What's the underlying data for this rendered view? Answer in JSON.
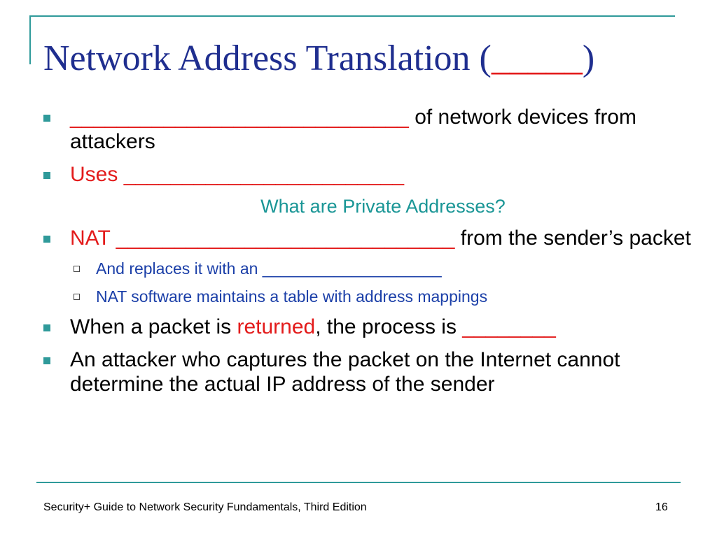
{
  "title": {
    "text": "Network Address Translation (",
    "blank": "_____",
    "close": ")"
  },
  "bullets": {
    "b1": {
      "blank": "_____________________________",
      "rest": " of network devices from attackers"
    },
    "b2": {
      "uses": "Uses ",
      "blank": "________________________"
    },
    "question": "What are Private Addresses?",
    "b3": {
      "nat": "NAT ",
      "blank": "_____________________________",
      "rest": " from the sender’s packet"
    },
    "sub1": "And replaces it with an ____________________",
    "sub2": "NAT software maintains a table with address mappings",
    "b4": {
      "before": "When a packet is ",
      "returned": "returned",
      "after": ", the process is ",
      "blank": "________"
    },
    "b5": "An attacker who captures the packet on the Internet cannot determine the actual IP address of the sender"
  },
  "footer": {
    "text": "Security+ Guide to Network Security Fundamentals, Third Edition",
    "page": "16"
  },
  "colors": {
    "title": "#1f2e8f",
    "accent": "#2f9a9a",
    "highlight_red": "#e31b1b",
    "sub_text": "#1b3fa8",
    "question_teal": "#1a9696"
  }
}
